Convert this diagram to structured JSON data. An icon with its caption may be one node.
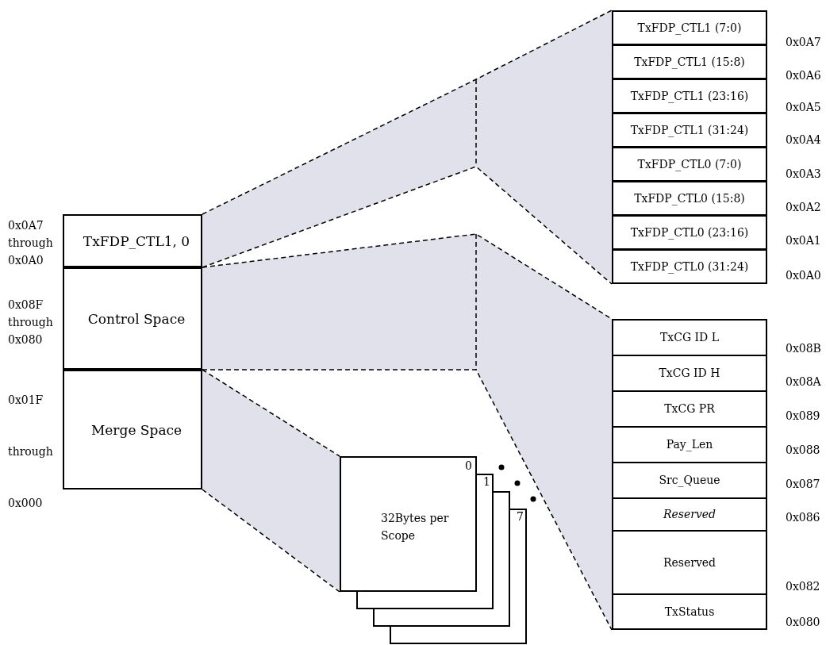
{
  "diagram": {
    "nodes": [
      {
        "text": [
          "TxFDP_CTL1, 0"
        ]
      },
      {
        "text": [
          "Control Space"
        ]
      },
      {
        "text": [
          "Merge Space"
        ]
      },
      {
        "text": [
          "TxFDP_CTL1 (7:0)"
        ]
      },
      {
        "text": [
          "TxFDP_CTL1 (15:8)"
        ]
      },
      {
        "text": [
          "TxFDP_CTL1 (23:16)"
        ]
      },
      {
        "text": [
          "TxFDP_CTL1 (31:24)"
        ]
      },
      {
        "text": [
          "TxFDP_CTL0 (7:0)"
        ]
      },
      {
        "text": [
          "TxFDP_CTL0 (15:8)"
        ]
      },
      {
        "text": [
          "TxFDP_CTL0 (23:16)"
        ]
      },
      {
        "text": [
          "TxFDP_CTL0 (31:24)"
        ]
      },
      {
        "text": [
          "TxCG ID L"
        ]
      },
      {
        "text": [
          "TxCG ID H"
        ]
      },
      {
        "text": [
          "TxCG PR"
        ]
      },
      {
        "text": [
          "Pay_Len"
        ]
      },
      {
        "text": [
          "Src_Queue"
        ]
      },
      {
        "text": [
          "Reserved"
        ]
      },
      {
        "text": [
          "Reserved"
        ]
      },
      {
        "text": [
          "TxStatus"
        ]
      },
      {
        "text": [
          "0",
          "32Bytes per Scope"
        ]
      },
      {
        "text": [
          "1"
        ]
      },
      {
        "text": [],
        "shape": "box"
      },
      {
        "text": [
          "7"
        ]
      }
    ],
    "edges": [
      {
        "from": 0,
        "to": 3,
        "arrow": "none",
        "style": "dashed"
      },
      {
        "from": 0,
        "to": 10,
        "arrow": "none",
        "style": "dashed"
      },
      {
        "from": 1,
        "to": 11,
        "arrow": "none",
        "style": "dashed"
      },
      {
        "from": 1,
        "to": 18,
        "arrow": "none",
        "style": "dashed"
      },
      {
        "from": 2,
        "to": 19,
        "arrow": "none",
        "style": "dashed"
      },
      {
        "from": 2,
        "to": 19,
        "arrow": "none",
        "style": "dashed"
      }
    ],
    "labels": [
      "0x0A7 through 0x0A0",
      "0x08F through 0x080",
      "0x01F through 0x000",
      "0x0A7",
      "0x0A6",
      "0x0A5",
      "0x0A4",
      "0x0A3",
      "0x0A2",
      "0x0A1",
      "0x0A0",
      "0x08B",
      "0x08A",
      "0x089",
      "0x088",
      "0x087",
      "0x086",
      "0x082",
      "0x080"
    ]
  }
}
